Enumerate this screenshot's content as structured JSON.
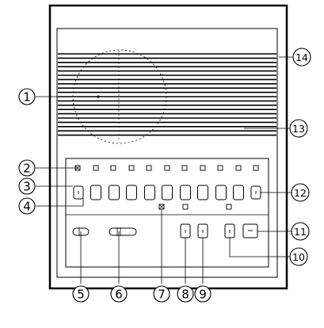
{
  "callouts": [
    {
      "id": "1",
      "label": "①"
    },
    {
      "id": "2",
      "label": "②"
    },
    {
      "id": "3",
      "label": "③"
    },
    {
      "id": "4",
      "label": "④"
    },
    {
      "id": "5",
      "label": "⑤"
    },
    {
      "id": "6",
      "label": "⑥"
    },
    {
      "id": "7",
      "label": "⑦"
    },
    {
      "id": "8",
      "label": "⑧"
    },
    {
      "id": "9",
      "label": "⑨"
    },
    {
      "id": "10",
      "label": "⑩"
    },
    {
      "id": "11",
      "label": "⑪"
    },
    {
      "id": "12",
      "label": "⑫"
    },
    {
      "id": "13",
      "label": "⑬"
    },
    {
      "id": "14",
      "label": "⑭"
    }
  ],
  "colors": {
    "line": "#000000",
    "background": "#ffffff"
  },
  "counts": {
    "top_led_squares": 10,
    "select_keys": 10
  }
}
